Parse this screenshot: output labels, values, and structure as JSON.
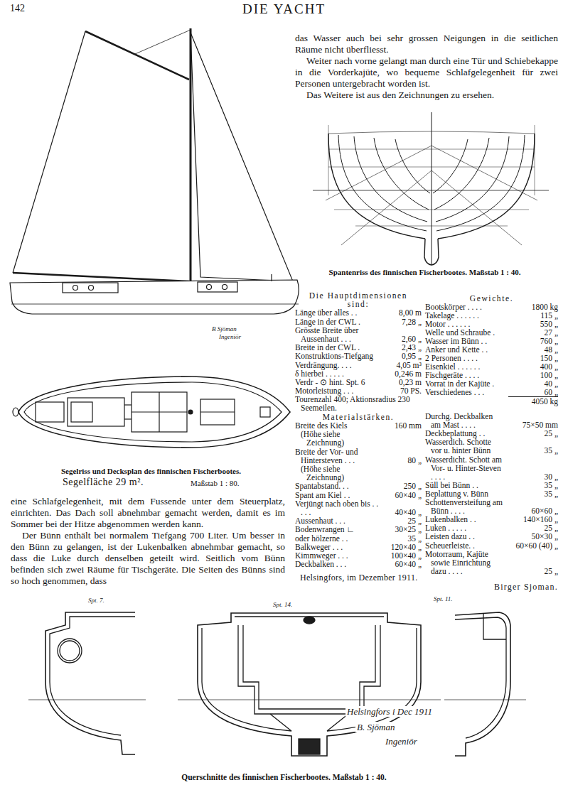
{
  "diagram": {
    "title": "DIE YACHT",
    "caption": "Querschnitte des finnischen Fischerbootes. Maßstab 1 : 40.",
    "labels": [
      "142",
      "das Wasser auch bei sehr grossen Neigungen in die seitlichen Räume nicht überfliesst.",
      "Weiter nach vorne gelangt man durch eine Tür und Schiebekappe in die Vorderkajüte, wo bequeme Schlafgelegenheit für zwei Personen untergebracht worden ist.",
      "Das Weitere ist aus den Zeichnungen zu ersehen.",
      "Spantenriss des finnischen Fischerbootes. Maßstab 1 : 40.",
      "B Sjöman",
      "Ingeniör",
      "Segelriss und Decksplan des finnischen Fischerbootes.",
      "Segelfläche 29 m².",
      "Maßstab 1 : 80.",
      "eine Schlafgelegenheit, mit dem Fussende unter dem Steuerplatz, einrichten. Das Dach soll abnehmbar gemacht werden, damit es im Sommer bei der Hitze abgenommen werden kann.",
      "Der Bünn enthält bei normalem Tiefgang 700 Liter. Um besser in den Bünn zu gelangen, ist der Lukenbalken abnehmbar gemacht, so dass die Luke durch denselben geteilt wird. Seitlich vom Bünn befinden sich zwei Räume für Tischgeräte. Die Seiten des Bünns sind so hoch genommen, dass",
      "Die Hauptdimensionen sind:",
      "Länge über alles . .",
      "8,00 m",
      "Länge in der CWL .",
      "7,28 „",
      "Grösste Breite über Aussenhaut . . .",
      "2,60 „",
      "Breite in der CWL .",
      "2,43 „",
      "Konstruktions-Tiefgang",
      "0,95 „",
      "Verdrängung. . . .",
      "4,05 m³",
      "δ hierbei . . . . .",
      "0,246 m",
      "Verdr - ⊙ hint. Spt. 6",
      "0,23 m",
      "Motorleistung . . .",
      "70 PS.",
      "Tourenzahl 400; Aktionsradius 230 Seemeilen.",
      "Materialstärken.",
      "Breite des Kiels",
      "160 mm",
      "(Höhe siehe Zeichnung)",
      "Breite der Vor- und Hintersteven . . .",
      "80 „",
      "(Höhe siehe Zeichnung)",
      "Spantabstand. . .",
      "250 „",
      "Spant am Kiel . .",
      "60×40 „",
      "Verjüngt nach oben bis . . . . .",
      "40×40 „",
      "Aussenhaut . . .",
      "25 „",
      "Bodenwrangen ∟",
      "30×25 „",
      "oder hölzerne . .",
      "35 „",
      "Balkweger . . .",
      "120×40 „",
      "Kimmweger . . .",
      "100×40 „",
      "Deckbalken . . .",
      "60×40 „",
      "Gewichte.",
      "Bootskörper . . . .",
      "1800 kg",
      "Takelage . . . . . .",
      "115 „",
      "Motor . . . . . .",
      "550 „",
      "Welle und Schraube .",
      "27 „",
      "Wasser im Bünn . .",
      "760 „",
      "Anker und Kette . .",
      "48 „",
      "2 Personen . . . .",
      "150 „",
      "Eisenkiel . . . . . .",
      "400 „",
      "Fischgeräte . . . .",
      "100 „",
      "Vorrat in der Kajüte .",
      "40 „",
      "Verschiedenes . . .",
      "60 „",
      "4050 kg",
      "Durchg. Deckbalken am Mast . . . .",
      "75×50 mm",
      "Deckbeplattung . .",
      "25 „",
      "Wasserdich. Schotte vor u. hinter Bünn",
      "35 „",
      "Wasserdicht. Schott am Vor- u. Hinter-Steven . . . .",
      "30 „",
      "Süll bei Bünn . .",
      "35 „",
      "Beplattung v. Bünn",
      "35 „",
      "Schottenversteifung am Bünn . . . .",
      "60×60 „",
      "Lukenbalken . .",
      "140×160 „",
      "Luken . . . . .",
      "25 „",
      "Leisten dazu . .",
      "50×30 „",
      "Scheuerleiste. .",
      "60×60 (40) „",
      "Motorraum, Kajüte sowie Einrichtung dazu . . . .",
      "25 „",
      "Helsingfors, im Dezember 1911.",
      "Birger Sjoman.",
      "Spt. 7.",
      "Spt. 14.",
      "Spt. 11.",
      "Helsingfors i Dec 1911",
      "B. Sjöman",
      "Ingeniör"
    ]
  }
}
